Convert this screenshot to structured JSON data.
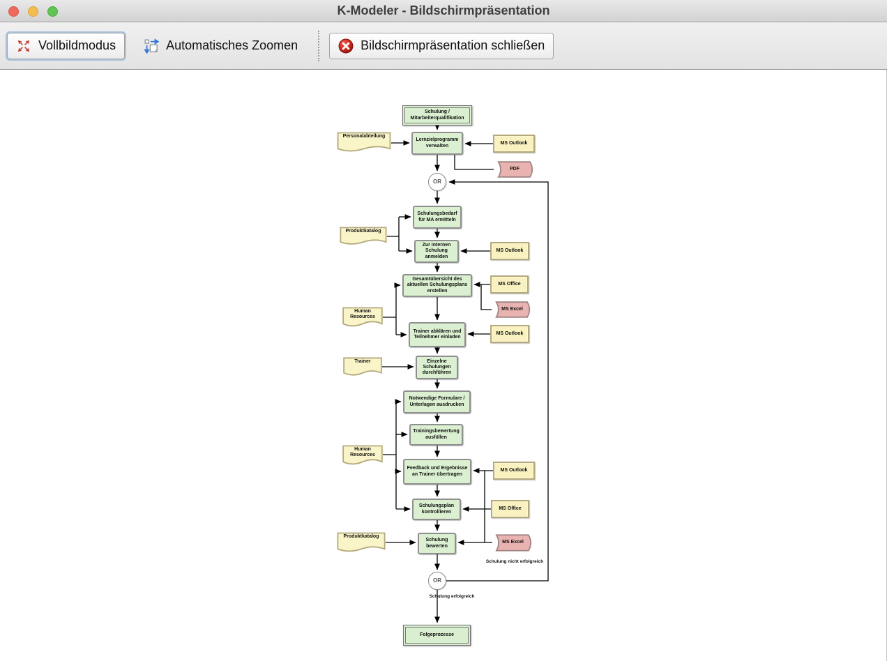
{
  "window": {
    "title": "K-Modeler - Bildschirmpräsentation"
  },
  "toolbar": {
    "fullscreen_label": "Vollbildmodus",
    "autozoom_label": "Automatisches Zoomen",
    "close_label": "Bildschirmpräsentation schließen"
  },
  "colors": {
    "function_fill": "#daf0d0",
    "document_fill": "#faf4c9",
    "data_fill": "#e8b3b0",
    "resource_fill": "#f9f2c0",
    "close_icon_red": "#c41e1e",
    "fullscreen_icon_red": "#c23b33",
    "autozoom_icon_blue": "#3a78d6",
    "traffic_red": "#ee6a5e",
    "traffic_yellow": "#f5bd4f",
    "traffic_green": "#61c354"
  },
  "diagram": {
    "process_interface_top": "Schulung / Mitarbeiterqualifikation",
    "fn_lernzielprogramm": "Lernzielprogramm verwalten",
    "doc_personalabteilung": "Personalabteilung",
    "res_ms_outlook": "MS Outlook",
    "data_pdf": "PDF",
    "or_label": "OR",
    "fn_schulungsbedarf": "Schulungsbedarf für MA ermitteln",
    "doc_produktkatalog": "Produktkatalog",
    "fn_interne_schulung": "Zur internen Schulung anmelden",
    "fn_gesamtuebersicht": "Gesamtübersicht des aktuellen Schulungsplans erstellen",
    "res_ms_office": "MS Office",
    "data_ms_excel": "MS Excel",
    "doc_human_resources": "Human Resources",
    "fn_trainer_abklaeren": "Trainer abklären und Teilnehmer einladen",
    "doc_trainer": "Trainer",
    "fn_einzelne_schulungen": "Einzelne Schulungen durchführen",
    "fn_formulare": "Notwendige Formulare / Unterlagen ausdrucken",
    "fn_trainingsbewertung": "Trainingsbewertung ausfüllen",
    "fn_feedback": "Feedback und Ergebnisse an Trainer übertragen",
    "fn_schulungsplan": "Schulungsplan kontrollieren",
    "fn_schulung_bewerten": "Schulung bewerten",
    "label_nicht_erfolgreich": "Schulung nicht erfolgreich",
    "label_erfolgreich": "Schulung erfolgreich",
    "process_interface_bottom": "Folgeprozesse"
  }
}
